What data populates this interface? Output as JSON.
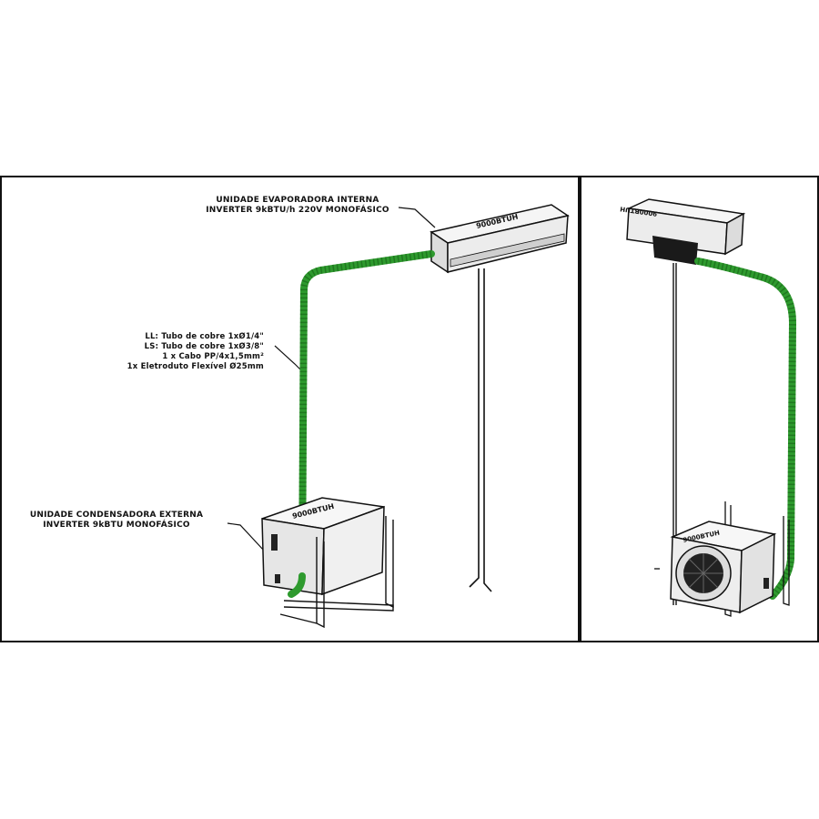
{
  "evaporator_label": {
    "line1": "UNIDADE EVAPORADORA INTERNA",
    "line2": "INVERTER 9kBTU/h 220V MONOFÁSICO"
  },
  "line_set_label": {
    "ll": "LL: Tubo de cobre 1xØ1/4\"",
    "ls": "LS: Tubo de cobre 1xØ3/8\"",
    "cable": "1 x Cabo PP/4x1,5mm²",
    "conduit": "1x Eletroduto Flexível Ø25mm"
  },
  "condenser_label": {
    "line1": "UNIDADE CONDENSADORA EXTERNA",
    "line2": "INVERTER 9kBTU MONOFÁSICO"
  },
  "unit_markings": {
    "indoor_left": "9000BTUH",
    "outdoor_left": "9000BTUH",
    "indoor_right": "9000BTUH",
    "outdoor_right": "9000BTUH"
  },
  "colors": {
    "conduit_green": "#2e9a2e",
    "outline": "#111111",
    "unit_fill": "#f2f2f2"
  }
}
